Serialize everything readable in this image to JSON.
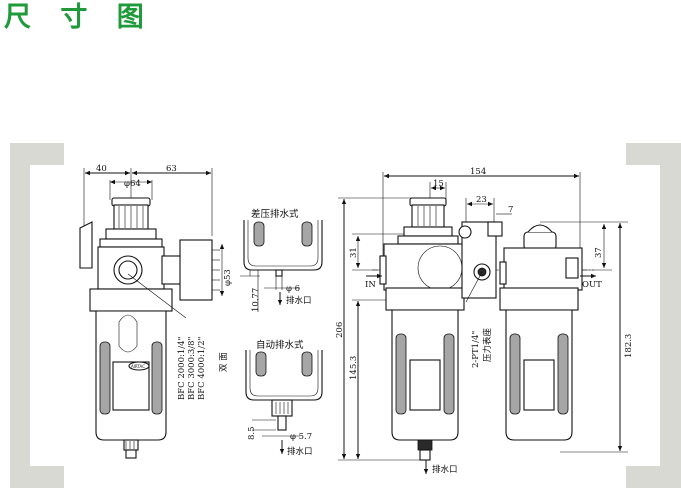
{
  "title": "尺 寸 图",
  "colors": {
    "title": "#1e9a3a",
    "frame": "#d9d9d3",
    "line": "#111111",
    "shade": "#a6a6a6"
  },
  "left_view": {
    "dim_40": "40",
    "dim_63": "63",
    "dim_phi64": "φ64",
    "dim_phi53": "φ53",
    "models": [
      "BFC 2000:1/4\"",
      "BFC 3000:3/8\"",
      "BFC 4000:1/2\""
    ],
    "side_label": "双 面",
    "badge": "AIRTAC"
  },
  "diff_drain": {
    "title": "差压排水式",
    "dim_10_77": "10.77",
    "dim_phi6": "φ 6",
    "outlet": "排水口"
  },
  "auto_drain": {
    "title": "自动排水式",
    "dim_8_5": "8.5",
    "dim_phi5_7": "φ 5.7",
    "outlet": "排水口"
  },
  "right_view": {
    "dim_154": "154",
    "dim_15": "15",
    "dim_23": "23",
    "dim_7": "7",
    "dim_31": "31",
    "dim_37": "37",
    "dim_206": "206",
    "dim_145_3": "145.3",
    "dim_182_3": "182.3",
    "in_label": "IN",
    "out_label": "OUT",
    "gauge_port": "2-PT1/4\"",
    "gauge_label": "压力表座",
    "outlet": "排水口"
  }
}
